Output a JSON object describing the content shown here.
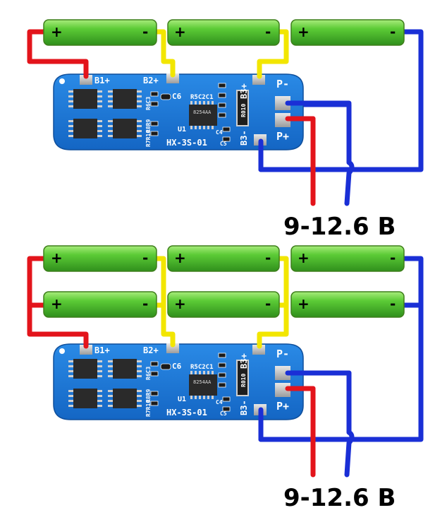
{
  "diagrams": [
    {
      "id": "top",
      "board": {
        "labels": {
          "b1": "B1+",
          "b2": "B2+",
          "b3": "B3+",
          "b3m": "B3-",
          "pm": "P-",
          "pp": "P+",
          "model": "HX-3S-01",
          "c6": "C6",
          "u1": "U1",
          "r5c2c1": "R5C2C1",
          "r6c3": "R6C3",
          "r8r9": "R8R9",
          "r7r10": "R7R10",
          "c4": "C4",
          "c5": "C5",
          "r010": "R010",
          "chip": "8254AA"
        }
      },
      "cells": [
        {
          "plus": "+",
          "minus": "-"
        },
        {
          "plus": "+",
          "minus": "-"
        },
        {
          "plus": "+",
          "minus": "-"
        }
      ],
      "voltage": "9-12.6 B"
    },
    {
      "id": "bottom",
      "board": {
        "labels": {
          "b1": "B1+",
          "b2": "B2+",
          "b3": "B3+",
          "b3m": "B3-",
          "pm": "P-",
          "pp": "P+",
          "model": "HX-3S-01",
          "c6": "C6",
          "u1": "U1",
          "r5c2c1": "R5C2C1",
          "r6c3": "R6C3",
          "r8r9": "R8R9",
          "r7r10": "R7R10",
          "c4": "C4",
          "c5": "C5",
          "r010": "R010",
          "chip": "8254AA"
        }
      },
      "cells": [
        {
          "plus": "+",
          "minus": "-"
        },
        {
          "plus": "+",
          "minus": "-"
        },
        {
          "plus": "+",
          "minus": "-"
        },
        {
          "plus": "+",
          "minus": "-"
        },
        {
          "plus": "+",
          "minus": "-"
        },
        {
          "plus": "+",
          "minus": "-"
        }
      ],
      "voltage": "9-12.6 B"
    }
  ],
  "colors": {
    "red_wire": "#e3141b",
    "yellow_wire": "#f2e600",
    "blue_wire": "#1a2fd6",
    "pcb": "#1c78d8",
    "cell": "#5cc23a",
    "chip": "#2a2a2a",
    "pad": "#c9c9c9"
  }
}
